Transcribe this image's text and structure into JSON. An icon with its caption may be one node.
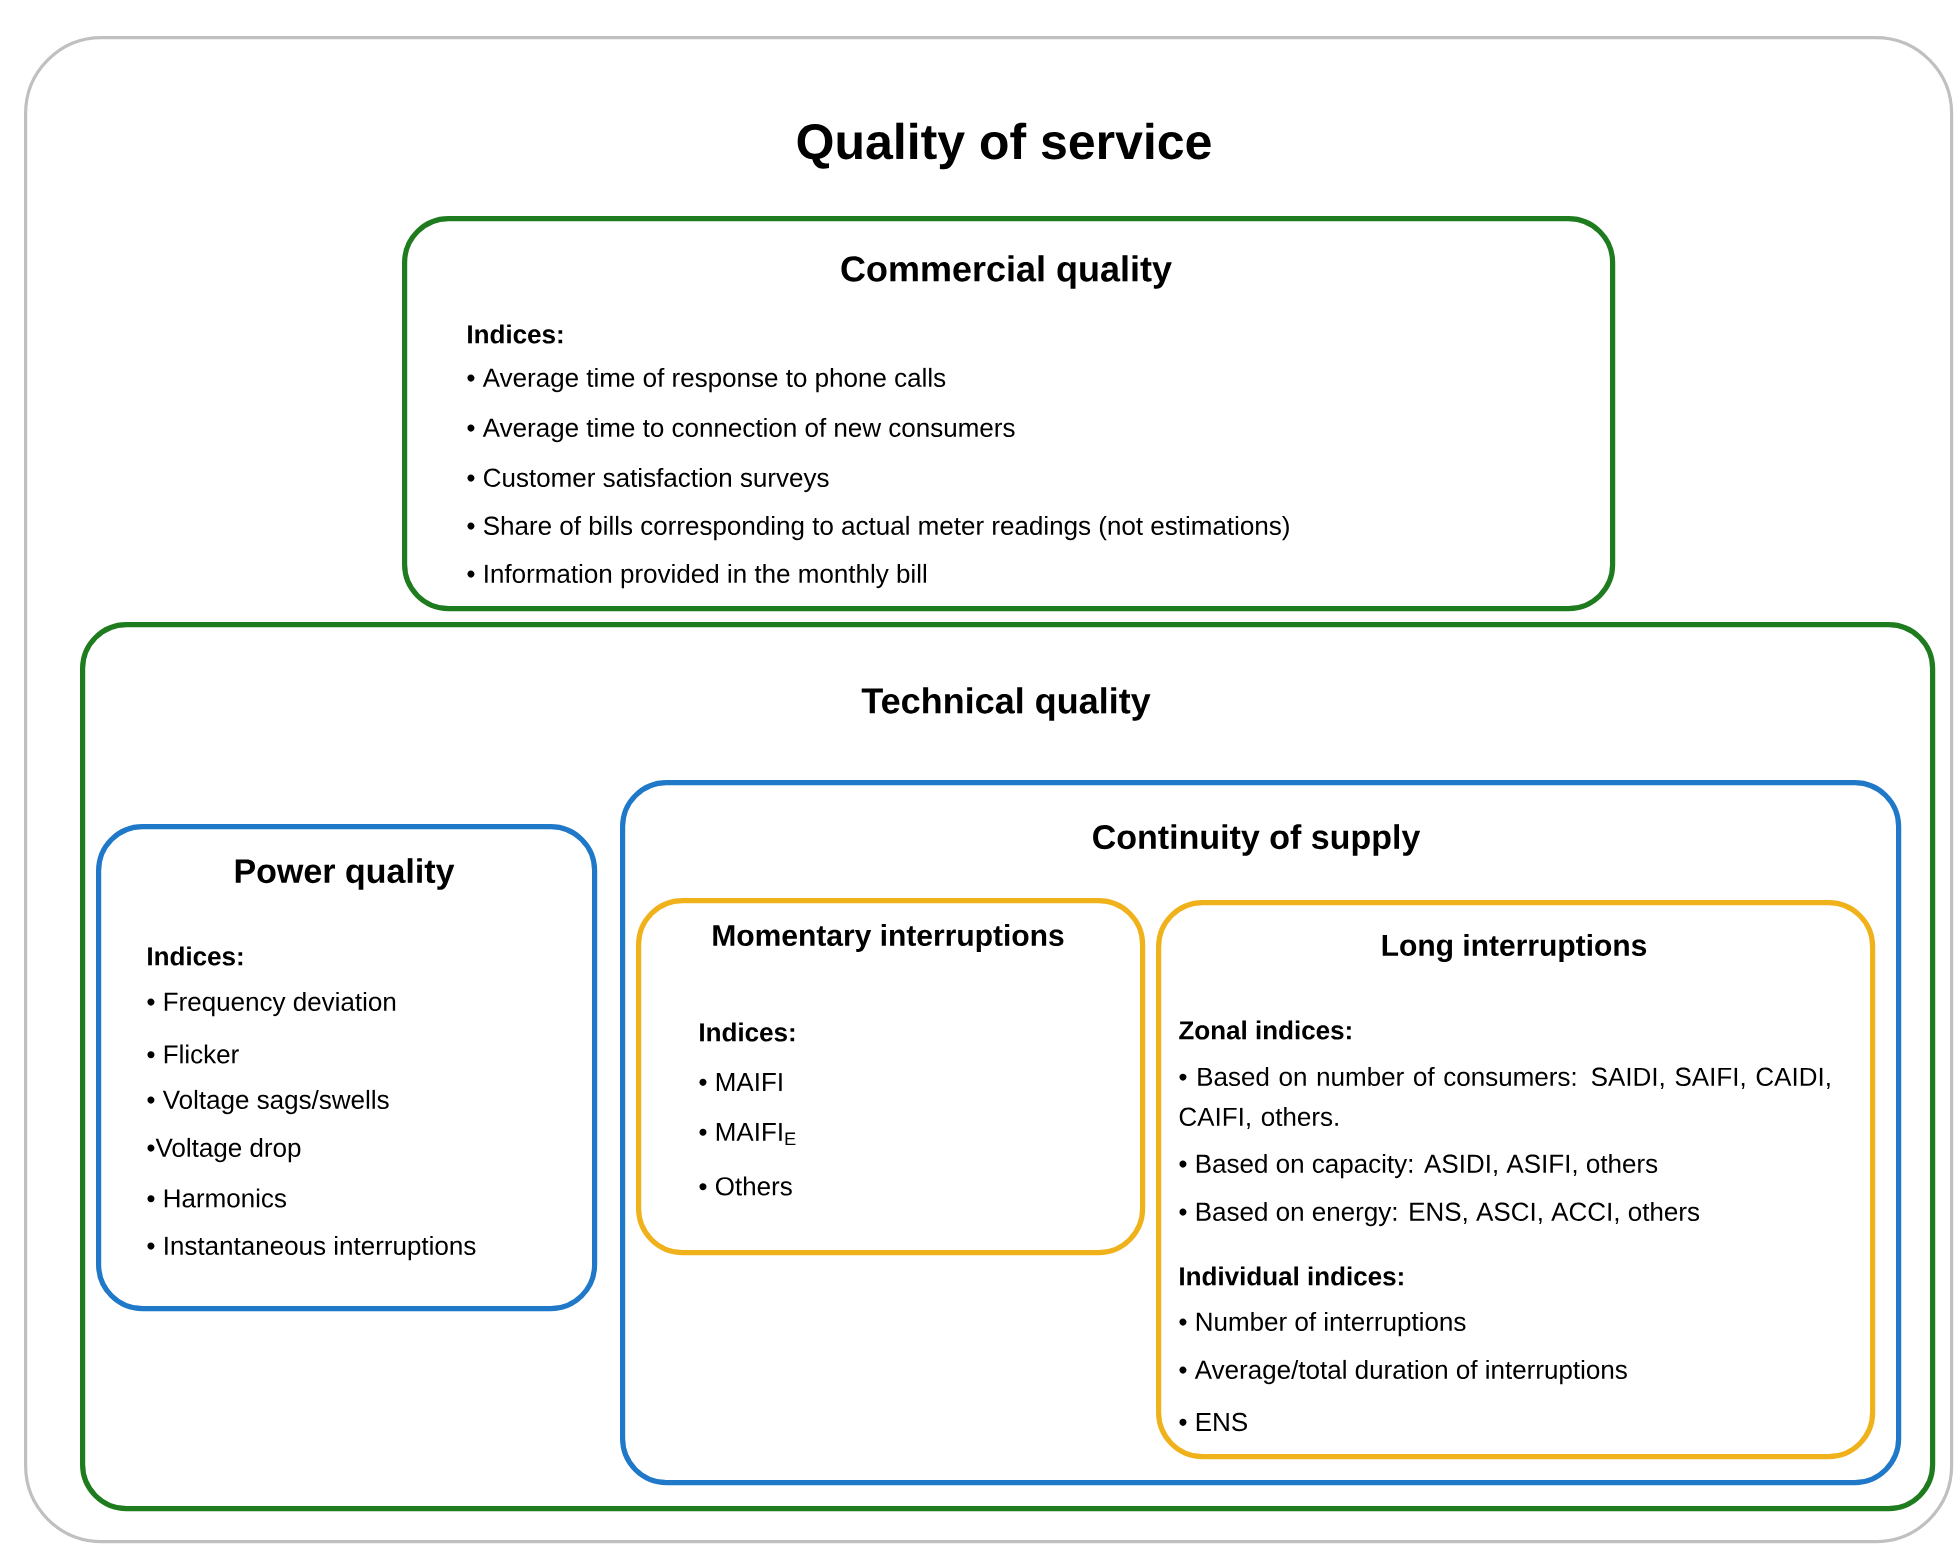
{
  "diagram": {
    "nodes": [
      {
        "text": [
          "Quality of service"
        ]
      },
      {
        "text": [
          "Commercial quality",
          "Indices:",
          "• Average time of response to phone calls",
          "• Average time to connection of new consumers",
          "• Customer satisfaction surveys",
          "• Share of bills corresponding to actual meter readings (not estimations)",
          "• Information provided in the monthly bill"
        ],
        "in": 0
      },
      {
        "text": [
          "Technical quality"
        ],
        "in": 0
      },
      {
        "text": [
          "Power quality",
          "Indices:",
          "• Frequency deviation",
          "• Flicker",
          "• Voltage sags/swells",
          "•Voltage drop",
          "• Harmonics",
          "• Instantaneous interruptions"
        ],
        "in": 2
      },
      {
        "text": [
          "Continuity of supply"
        ],
        "in": 2
      },
      {
        "text": [
          "Momentary interruptions",
          "Indices:",
          "• MAIFI",
          "• MAIFI$_{E}$",
          "• Others"
        ],
        "in": 4
      },
      {
        "text": [
          "Long interruptions",
          "Zonal indices:",
          "• Based on number of consumers: SAIDI, SAIFI, CAIDI, CAIFI, others.",
          "• Based on capacity: ASIDI, ASIFI, others",
          "• Based on energy: ENS, ASCI, ACCI, others",
          "Individual indices:",
          "• Number of interruptions",
          "• Average/total duration of interruptions",
          "• ENS"
        ],
        "in": 4
      }
    ]
  }
}
